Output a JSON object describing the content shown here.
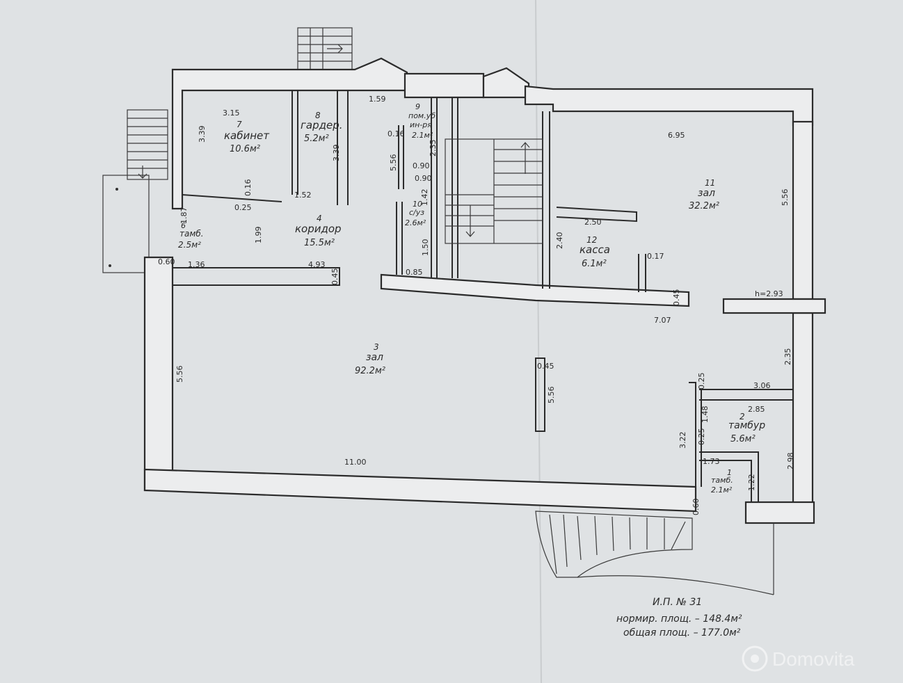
{
  "rooms": {
    "r1": {
      "num": "1",
      "name": "тамб.",
      "area": "2.1м²"
    },
    "r2": {
      "num": "2",
      "name": "тамбур",
      "area": "5.6м²"
    },
    "r3": {
      "num": "3",
      "name": "зал",
      "area": "92.2м²"
    },
    "r4": {
      "num": "4",
      "name": "коридор",
      "area": "15.5м²"
    },
    "r6": {
      "num": "6",
      "name": "тамб.",
      "area": "2.5м²"
    },
    "r7": {
      "num": "7",
      "name": "кабинет",
      "area": "10.6м²"
    },
    "r8": {
      "num": "8",
      "name": "гардер.",
      "area": "5.2м²"
    },
    "r9": {
      "num": "9",
      "name": "пом.уб",
      "name2": "ин-ря",
      "area": "2.1м²"
    },
    "r10": {
      "num": "10",
      "name": "с/уз",
      "area": "2.6м²"
    },
    "r11": {
      "num": "11",
      "name": "зал",
      "area": "32.2м²"
    },
    "r12": {
      "num": "12",
      "name": "касса",
      "area": "6.1м²"
    }
  },
  "dims": {
    "d315": "3.15",
    "d339a": "3.39",
    "d339b": "3.39",
    "d159": "1.59",
    "d016a": "0.16",
    "d016b": "0.16",
    "d556a": "5.56",
    "d235a": "2.35",
    "d090a": "0.90",
    "d090b": "0.90",
    "d152": "1.52",
    "d025a": "0.25",
    "d187": "1.87",
    "d199": "1.99",
    "d142": "1.42",
    "d150": "1.50",
    "d085": "0.85",
    "d060a": "0.60",
    "d136": "1.36",
    "d493": "4.93",
    "d045a": "0.45",
    "d695": "6.95",
    "d556b": "5.56",
    "d250": "2.50",
    "d240": "2.40",
    "d017": "0.17",
    "h293": "h=2.93",
    "d045b": "0.45",
    "d707": "7.07",
    "d556c": "5.56",
    "d045c": "0.45",
    "d556d": "5.56",
    "d235b": "2.35",
    "d025b": "0.25",
    "d306": "3.06",
    "d285": "2.85",
    "d148": "1.48",
    "d322": "3.22",
    "d025c": "0.25",
    "d173": "1.73",
    "d122": "1.22",
    "d298": "2.98",
    "d1100": "11.00",
    "d060b": "0.60"
  },
  "title": {
    "line1": "И.П. № 31",
    "line2": "нормир. площ. – 148.4м²",
    "line3": "общая площ. – 177.0м²"
  },
  "watermark": "Domovita"
}
